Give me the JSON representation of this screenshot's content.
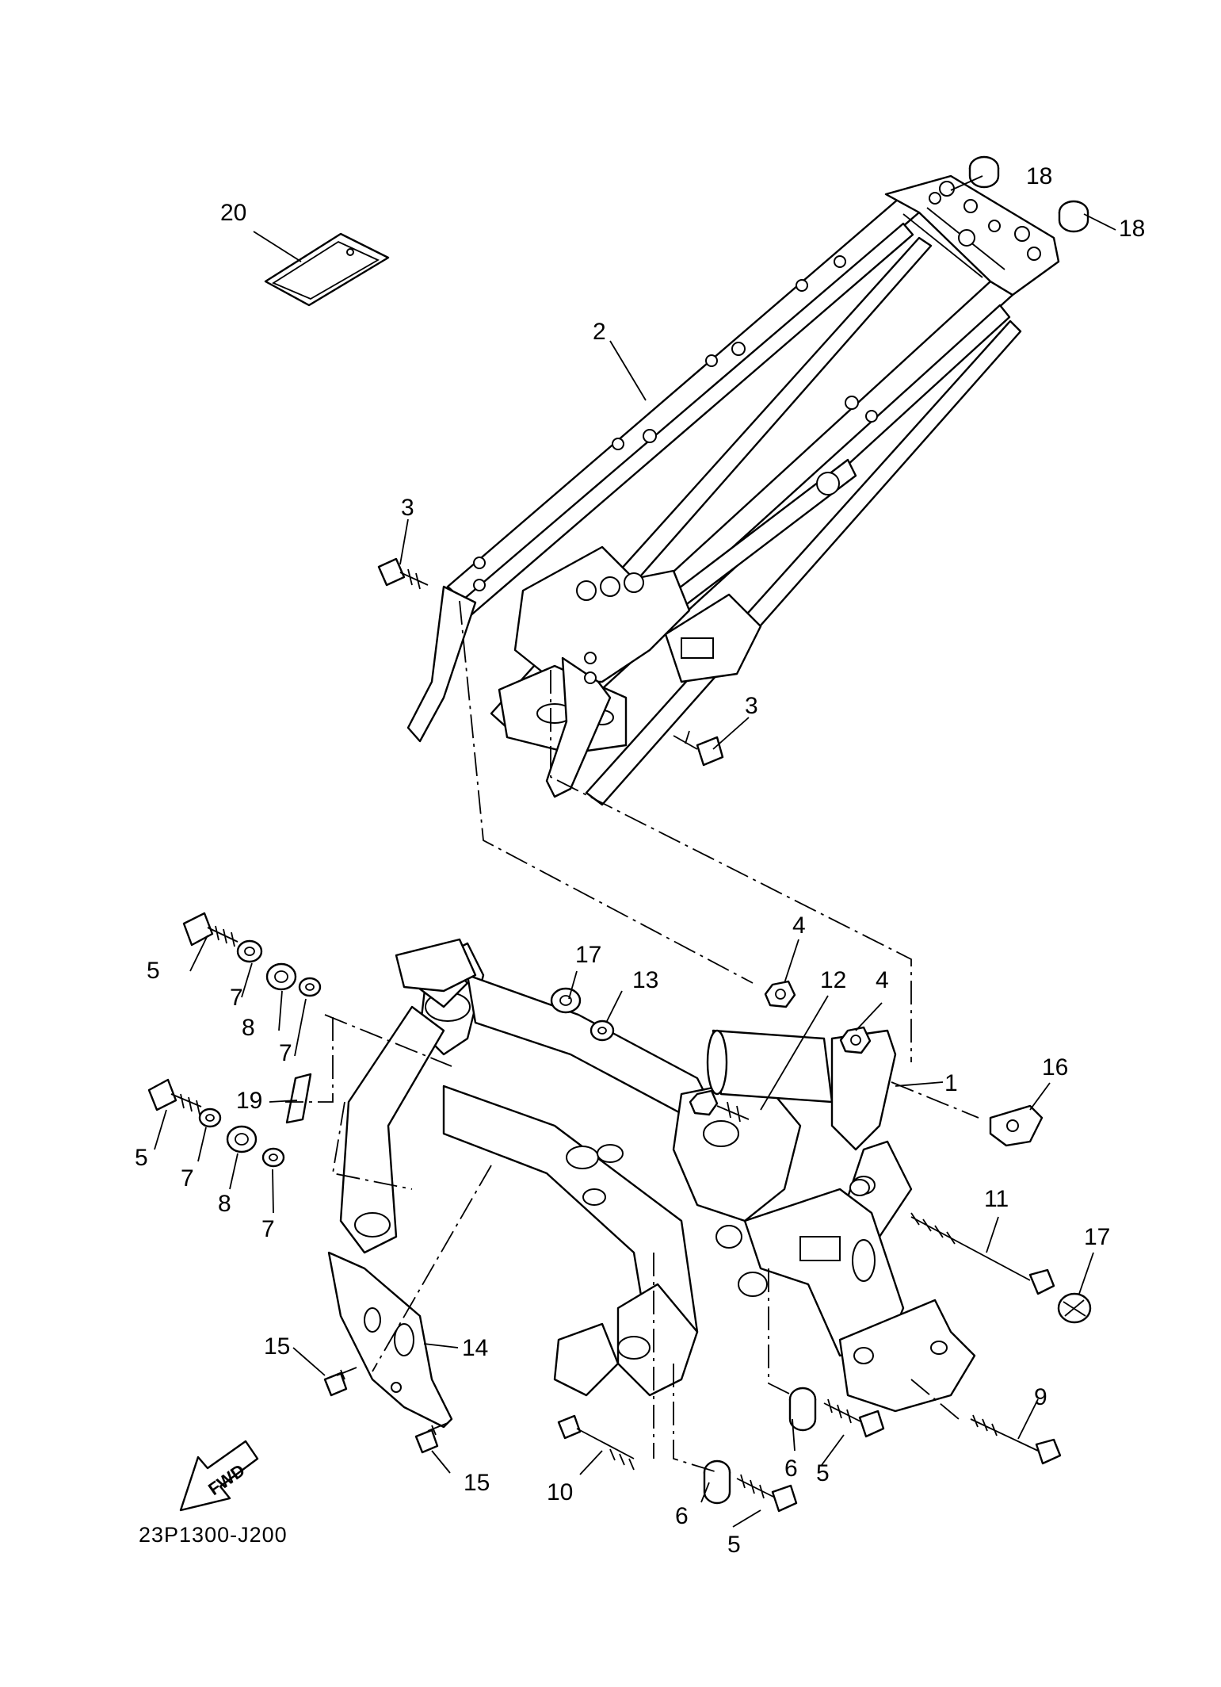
{
  "diagram": {
    "code": "23P1300-J200",
    "fwd_label": "FWD",
    "callouts": {
      "c1": "1",
      "c2": "2",
      "c3a": "3",
      "c3b": "3",
      "c4a": "4",
      "c4b": "4",
      "c5a": "5",
      "c5b": "5",
      "c5c": "5",
      "c5d": "5",
      "c6a": "6",
      "c6b": "6",
      "c7a": "7",
      "c7b": "7",
      "c7c": "7",
      "c7d": "7",
      "c8a": "8",
      "c8b": "8",
      "c9": "9",
      "c10": "10",
      "c11": "11",
      "c12": "12",
      "c13": "13",
      "c14": "14",
      "c15a": "15",
      "c15b": "15",
      "c16": "16",
      "c17a": "17",
      "c17b": "17",
      "c18a": "18",
      "c18b": "18",
      "c19": "19",
      "c20": "20"
    }
  }
}
